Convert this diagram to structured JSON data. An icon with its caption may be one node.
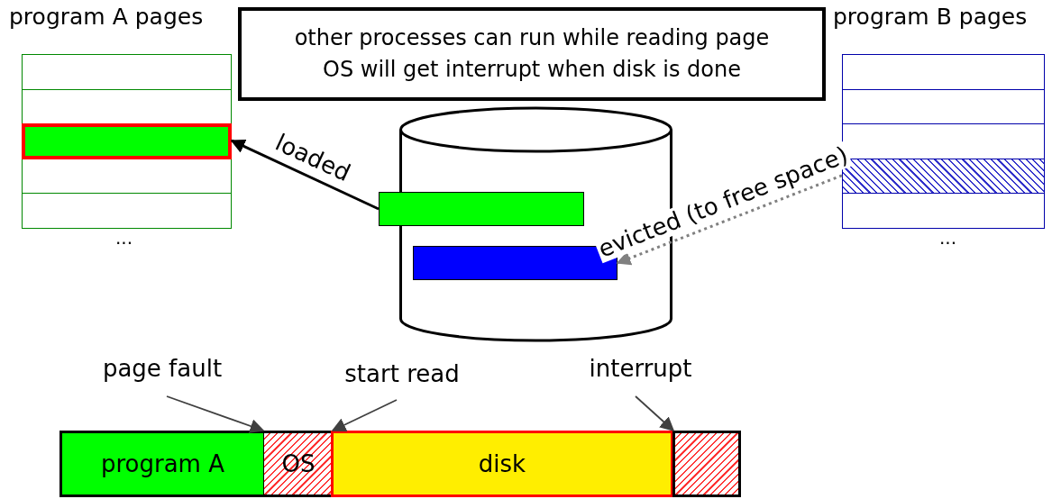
{
  "diagram": {
    "nodes": [
      {
        "text": [
          "other processes can run while reading page",
          "OS will get interrupt when disk is done"
        ]
      },
      {
        "text": [
          "program A pages"
        ],
        "beside": [
          "..."
        ]
      },
      {
        "text": [],
        "shape": "box",
        "in": 1
      },
      {
        "text": [],
        "shape": "box",
        "in": 1
      },
      {
        "text": [],
        "shape": "box",
        "in": 1
      },
      {
        "text": [],
        "shape": "box",
        "in": 1
      },
      {
        "text": [],
        "shape": "box",
        "in": 1
      },
      {
        "text": [
          "program B pages"
        ],
        "beside": [
          "..."
        ]
      },
      {
        "text": [],
        "shape": "box",
        "in": 7
      },
      {
        "text": [],
        "shape": "box",
        "in": 7
      },
      {
        "text": [],
        "shape": "box",
        "in": 7
      },
      {
        "text": [],
        "shape": "box",
        "in": 7
      },
      {
        "text": [],
        "shape": "box",
        "in": 7
      },
      {
        "text": [],
        "shape": "cylinder"
      },
      {
        "text": [],
        "shape": "bar",
        "in": 13
      },
      {
        "text": [],
        "shape": "bar",
        "in": 13
      },
      {
        "text": [
          "page fault"
        ]
      },
      {
        "text": [
          "start read"
        ]
      },
      {
        "text": [
          "interrupt"
        ]
      },
      {
        "text": [
          "program A"
        ]
      },
      {
        "text": [
          "OS"
        ]
      },
      {
        "text": [
          "disk"
        ]
      },
      {
        "text": [],
        "shape": "box"
      }
    ],
    "edges": [
      {
        "from": 14,
        "to": 4,
        "arrow": "to",
        "label": "loaded"
      },
      {
        "from": 11,
        "to": 15,
        "arrow": "to",
        "label": "evicted (to free space)",
        "style": "dashed",
        "color": "#808080"
      },
      {
        "from": 16,
        "to": 20,
        "arrow": "to",
        "color": "#404040"
      },
      {
        "from": 17,
        "to": 21,
        "arrow": "to",
        "color": "#404040"
      },
      {
        "from": 18,
        "to": 22,
        "arrow": "to",
        "color": "#404040"
      }
    ]
  }
}
